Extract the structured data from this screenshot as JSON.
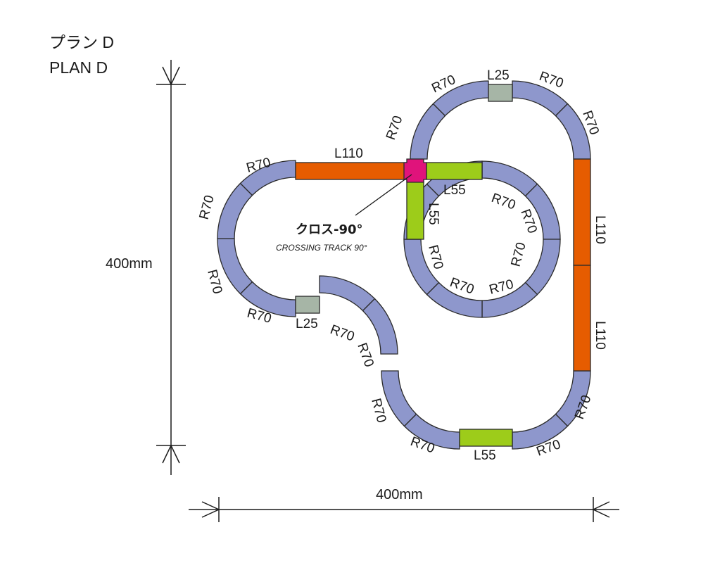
{
  "title": {
    "line1": "プラン D",
    "line2": "PLAN  D"
  },
  "dimensions": {
    "vertical": "400mm",
    "horizontal": "400mm"
  },
  "crossing": {
    "label_jp": "クロス-90°",
    "label_en": "CROSSING TRACK 90°"
  },
  "colors": {
    "curve_r70": "#8e97cc",
    "straight_l110": "#e65c00",
    "straight_l55": "#9dcc1a",
    "straight_l25": "#a6b5a6",
    "crossing": "#e0137b",
    "outline": "#2b2b2b"
  },
  "track_labels": {
    "L110_top": "L110",
    "L110_right_upper": "L110",
    "L110_right_lower": "L110",
    "L25_top": "L25",
    "L25_left": "L25",
    "L55_inner_horizontal": "L55",
    "L55_inner_vertical": "L55",
    "L55_bottom": "L55",
    "R70_label": "R70"
  }
}
